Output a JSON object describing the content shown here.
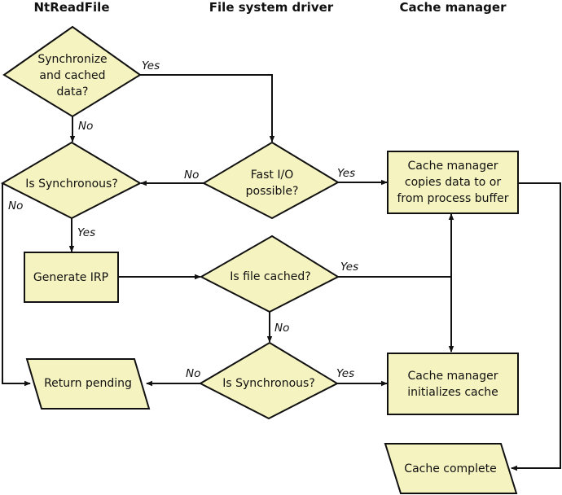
{
  "columns": [
    "NtReadFile",
    "File system driver",
    "Cache manager"
  ],
  "nodes": {
    "sync_cached": {
      "type": "decision",
      "lines": [
        "Synchronize",
        "and cached",
        "data?"
      ]
    },
    "is_sync_top": {
      "type": "decision",
      "lines": [
        "Is Synchronous?"
      ]
    },
    "fast_io": {
      "type": "decision",
      "lines": [
        "Fast I/O",
        "possible?"
      ]
    },
    "cm_copies": {
      "type": "process",
      "lines": [
        "Cache manager",
        "copies data to or",
        "from process buffer"
      ]
    },
    "gen_irp": {
      "type": "process",
      "lines": [
        "Generate IRP"
      ]
    },
    "is_cached": {
      "type": "decision",
      "lines": [
        "Is file cached?"
      ]
    },
    "is_sync_bottom": {
      "type": "decision",
      "lines": [
        "Is Synchronous?"
      ]
    },
    "return_pending": {
      "type": "io",
      "lines": [
        "Return pending"
      ]
    },
    "cm_init": {
      "type": "process",
      "lines": [
        "Cache manager",
        "initializes cache"
      ]
    },
    "cache_complete": {
      "type": "io",
      "lines": [
        "Cache complete"
      ]
    }
  },
  "edges": [
    {
      "from": "sync_cached",
      "to": "fast_io",
      "label": "Yes"
    },
    {
      "from": "sync_cached",
      "to": "is_sync_top",
      "label": "No"
    },
    {
      "from": "fast_io",
      "to": "is_sync_top",
      "label": "No"
    },
    {
      "from": "fast_io",
      "to": "cm_copies",
      "label": "Yes"
    },
    {
      "from": "is_sync_top",
      "to": "gen_irp",
      "label": "Yes"
    },
    {
      "from": "is_sync_top",
      "to": "return_pending",
      "label": "No"
    },
    {
      "from": "gen_irp",
      "to": "is_cached",
      "label": ""
    },
    {
      "from": "is_cached",
      "to": "cm_copies",
      "label": "Yes"
    },
    {
      "from": "is_cached",
      "to": "cm_init",
      "label": "Yes"
    },
    {
      "from": "is_cached",
      "to": "is_sync_bottom",
      "label": "No"
    },
    {
      "from": "is_sync_bottom",
      "to": "return_pending",
      "label": "No"
    },
    {
      "from": "is_sync_bottom",
      "to": "cm_init",
      "label": "Yes"
    },
    {
      "from": "cm_copies",
      "to": "cache_complete",
      "label": ""
    }
  ]
}
